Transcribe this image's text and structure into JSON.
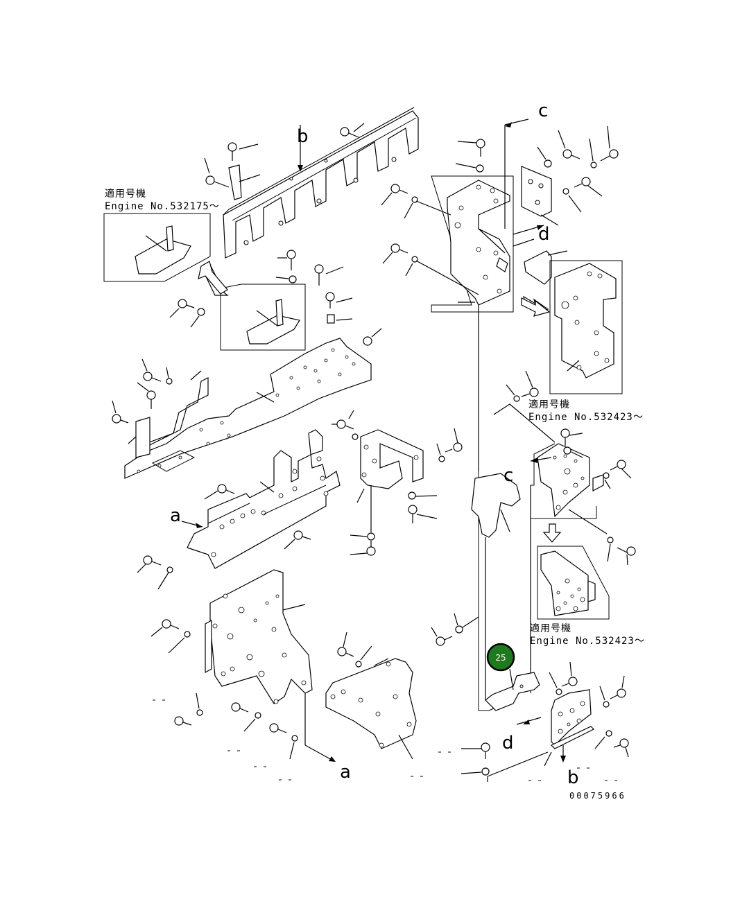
{
  "diagram": {
    "drawing_number": "00075966",
    "callout": {
      "label": "25",
      "color": "#1f7a1f"
    },
    "serial_notes": [
      {
        "jp": "適用号機",
        "en": "Engine No.532175～"
      },
      {
        "jp": "適用号機",
        "en": "Engine No.532423～"
      },
      {
        "jp": "適用号機",
        "en": "Engine No.532423～"
      }
    ],
    "arrow_letters": {
      "a_left": "a",
      "a_bottom": "a",
      "b_top": "b",
      "b_bottom": "b",
      "c_top": "c",
      "c_mid": "c",
      "d_mid": "d",
      "d_bottom": "d"
    }
  }
}
